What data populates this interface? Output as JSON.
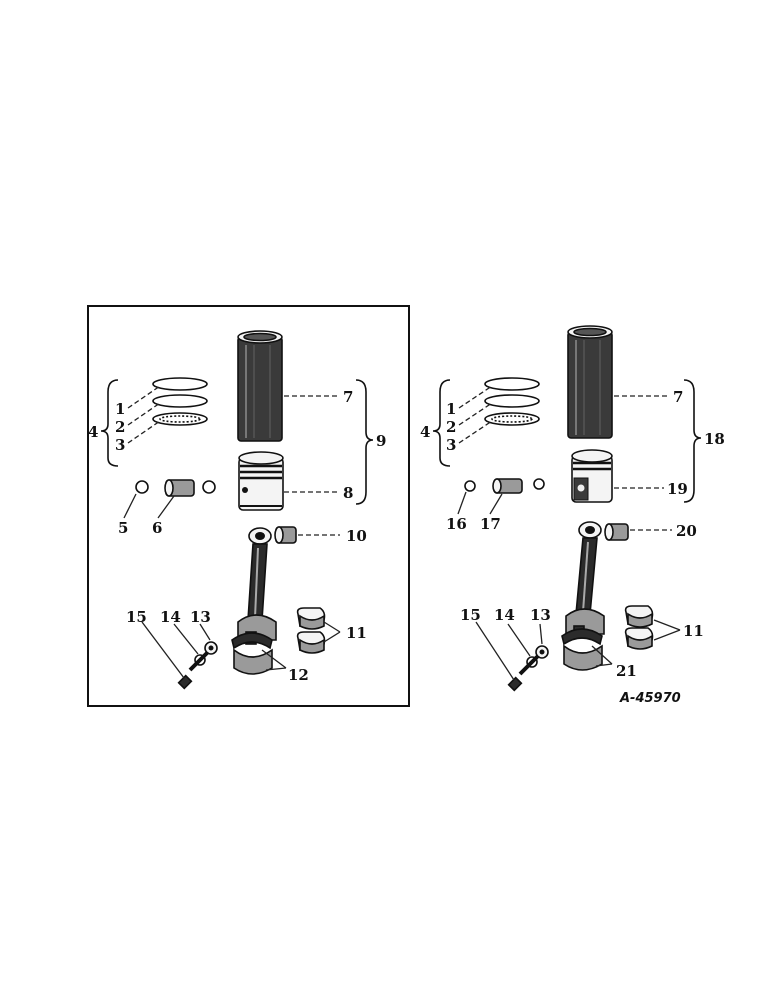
{
  "drawing_number": "A-45970",
  "left_group": {
    "callouts": {
      "ring_1": "1",
      "ring_2": "2",
      "ring_3": "3",
      "ring_set": "4",
      "pin_retainer": "5",
      "piston_pin": "6",
      "sleeve": "7",
      "piston": "8",
      "sleeve_and_piston_set": "9",
      "pin_bushing": "10",
      "rod_bearing": "11",
      "connecting_rod": "12",
      "nut": "13",
      "lock_washer": "14",
      "bolt": "15"
    }
  },
  "right_group": {
    "callouts": {
      "ring_1": "1",
      "ring_2": "2",
      "ring_3": "3",
      "ring_set": "4",
      "pin_retainer": "16",
      "piston_pin": "17",
      "sleeve": "7",
      "piston": "19",
      "sleeve_and_piston_set": "18",
      "pin_bushing": "20",
      "rod_bearing": "11",
      "connecting_rod": "21",
      "nut": "13",
      "lock_washer": "14",
      "bolt": "15"
    }
  }
}
